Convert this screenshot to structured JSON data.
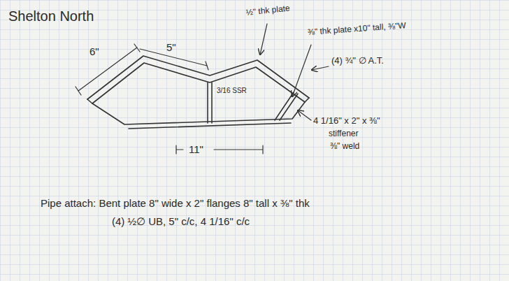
{
  "diagram": {
    "title": "Shelton North",
    "labels": [
      "6\"",
      "5\"",
      "½\" thk plate",
      "⅜\" thk plate x10\" tall, ⅜\"W",
      "(4) ¾\" ∅ A.T.",
      "3/16 SSR",
      "11\"",
      "4 1/16\" x 2\" x ⅜\"",
      "stiffener",
      "⅜\" weld",
      "Pipe attach: Bent plate 8\" wide x 2\" flanges 8\" tall x ⅜\" thk",
      "(4) ½∅ UB, 5\" c/c, 4 1/16\" c/c"
    ]
  }
}
